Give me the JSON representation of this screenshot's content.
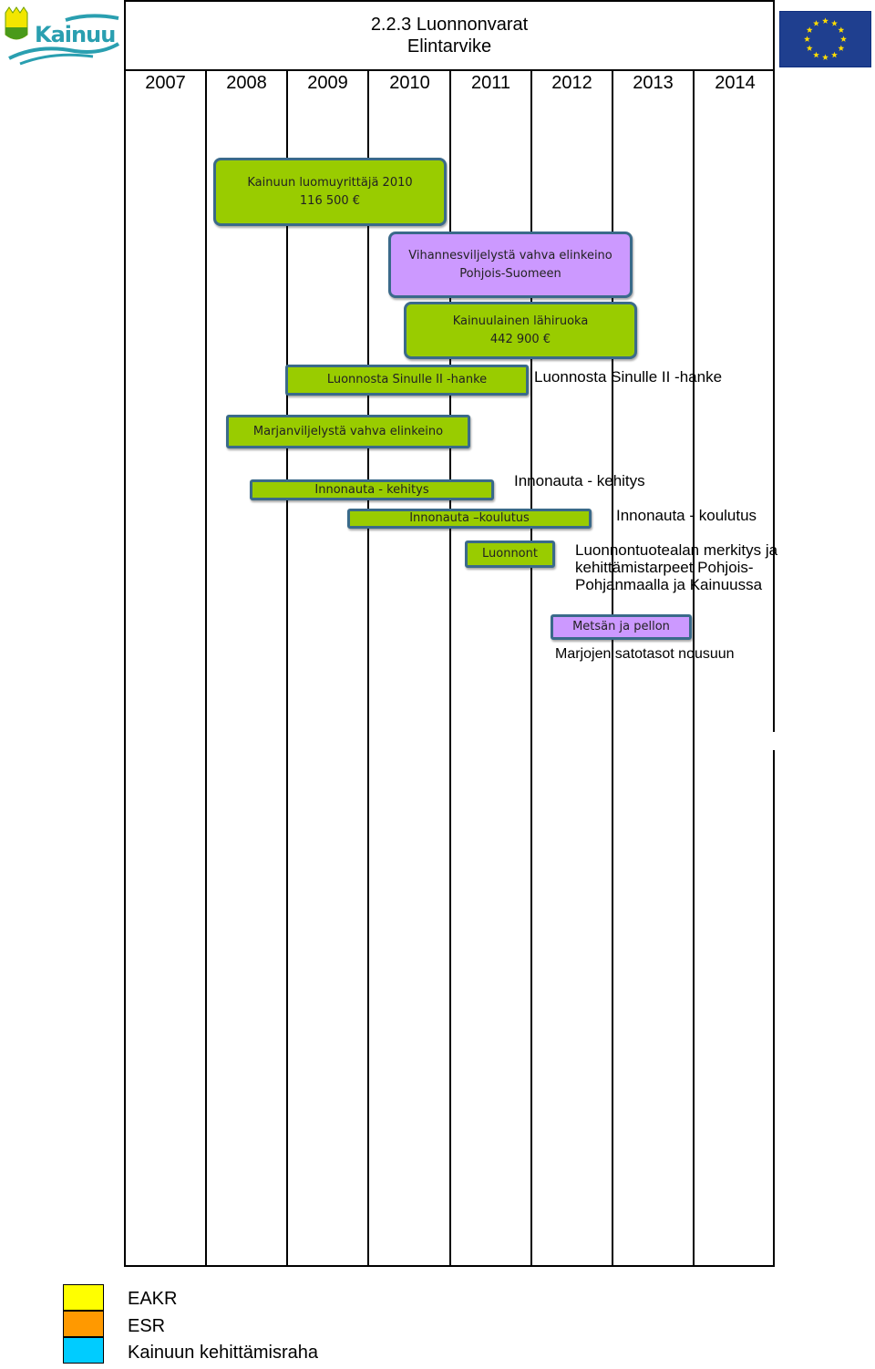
{
  "header": {
    "title_line1": "2.2.3 Luonnonvarat",
    "title_line2": "Elintarvike",
    "logo_text": "Kainuu"
  },
  "years": [
    "2007",
    "2008",
    "2009",
    "2010",
    "2011",
    "2012",
    "2013",
    "2014"
  ],
  "projects": {
    "luomuyrittaja": {
      "line1": "Kainuun luomuyrittäjä 2010",
      "line2": "116 500 €"
    },
    "vihannes": {
      "line1": "Vihannesviljelystä vahva elinkeino",
      "line2": "Pohjois-Suomeen"
    },
    "lahiruoka": {
      "line1": "Kainuulainen lähiruoka",
      "line2": "442 900 €"
    },
    "luonnosta": {
      "label": "Luonnosta Sinulle II -hanke"
    },
    "marjan": {
      "label": "Marjanviljelystä vahva elinkeino"
    },
    "innonauta_kehitys": {
      "label": "Innonauta - kehitys"
    },
    "innonauta_koulutus": {
      "label": "Innonauta –koulutus"
    },
    "luonnont": {
      "label": "Luonnont"
    },
    "metsan": {
      "label": "Metsän ja pellon"
    }
  },
  "notes": {
    "luonnosta": "Luonnosta Sinulle II -hanke",
    "innonauta_kehitys": "Innonauta - kehitys",
    "innonauta_koulutus": "Innonauta - koulutus",
    "luonnontuote_line1": "Luonnontuotealan merkitys ja",
    "luonnontuote_line2": "kehittämistarpeet Pohjois-",
    "luonnontuote_line3": "Pohjanmaalla ja Kainuussa",
    "marjojen": "Marjojen satotasot nousuun"
  },
  "legend": [
    {
      "label": "EAKR",
      "color": "#ffff00"
    },
    {
      "label": "ESR",
      "color": "#ff9900"
    },
    {
      "label": "Kainuun kehittämisraha",
      "color": "#00ccff"
    }
  ],
  "colors": {
    "green_box": "#99cc00",
    "violet_box": "#cc99ff",
    "box_border": "#3a6a8a",
    "eu_blue": "#1f3f8f",
    "eu_star": "#ffdd00"
  },
  "icons": {
    "logo": "kainuu-logo-icon",
    "flag": "eu-flag-icon"
  }
}
